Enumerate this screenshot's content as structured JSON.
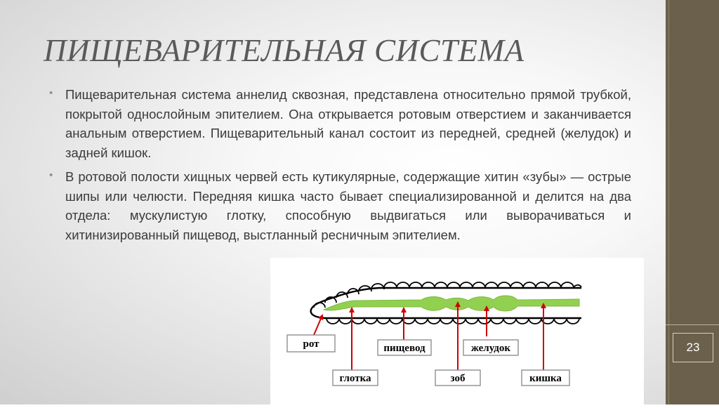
{
  "slide": {
    "title": "ПИЩЕВАРИТЕЛЬНАЯ СИСТЕМА",
    "page_number": "23",
    "bullets": [
      "Пищеварительная система аннелид сквозная, представлена относительно прямой трубкой, покрытой однослойным эпителием. Она открывается ротовым отверстием и заканчивается анальным отверстием. Пищеварительный канал состоит из передней, средней (желудок) и задней кишок.",
      "В ротовой полости хищных червей есть кутикулярные, содержащие хитин «зубы» — острые шипы или челюсти. Передняя кишка часто бывает специализированной и делится на два отдела: мускулистую глотку, способную выдвигаться или выворачиваться и хитинизированный пищевод, выстланный ресничным эпителием."
    ],
    "bullet_icon": "bullet-dot-icon"
  },
  "diagram": {
    "labels": {
      "mouth": "рот",
      "pharynx": "глотка",
      "esophagus": "пищевод",
      "crop": "зоб",
      "stomach": "желудок",
      "intestine": "кишка"
    },
    "colors": {
      "gut": "#92d050",
      "arrow": "#d00000",
      "outline": "#000000"
    }
  },
  "colors": {
    "sidebar": "#6b604b",
    "title": "#5a5a5a",
    "text": "#3a3a3a"
  }
}
